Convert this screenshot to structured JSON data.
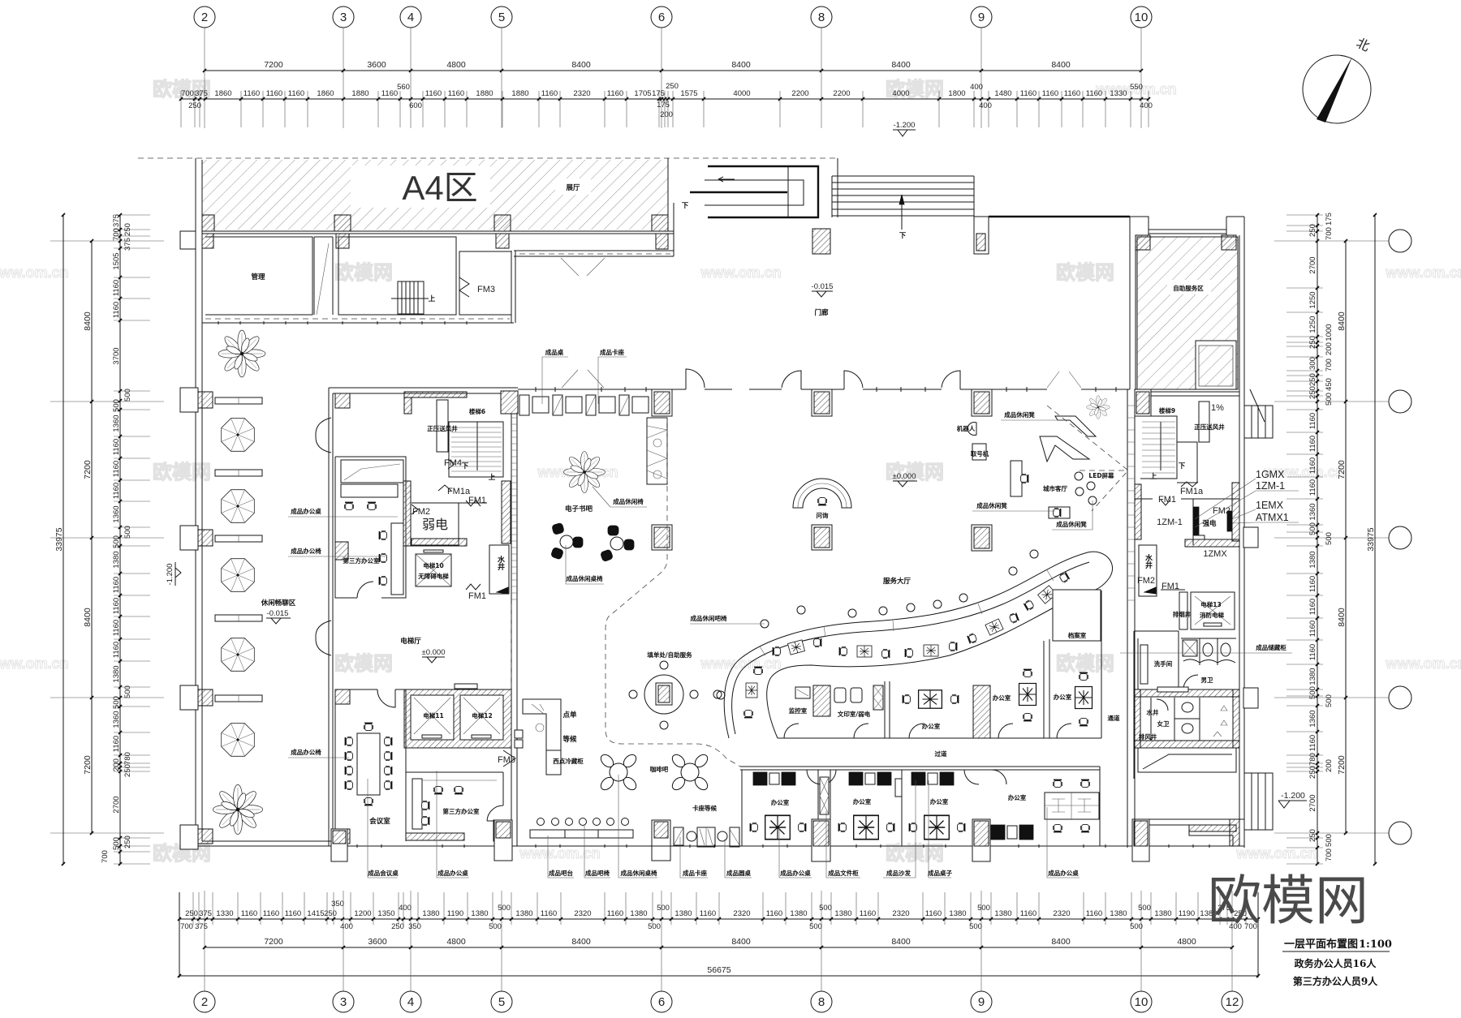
{
  "drawing": {
    "title": "一层平面布置图",
    "scale": "1:100",
    "staff_note_1": "政务办公人员16人",
    "staff_note_2": "第三方办公人员9人",
    "north": "北",
    "brand_logo": "欧模网",
    "watermark_logo": "欧模网",
    "watermark_url": "www.om.cn"
  },
  "colors": {
    "line": "#151515",
    "hatch": "#333333",
    "watermark": "#e2e2e2",
    "brand_logo": "#4a4a4a",
    "background": "#ffffff"
  },
  "axes": {
    "top": [
      "2",
      "3",
      "4",
      "5",
      "6",
      "8",
      "9",
      "10"
    ],
    "bottom": [
      "2",
      "3",
      "4",
      "5",
      "6",
      "8",
      "9",
      "10",
      "12"
    ]
  },
  "dimensions": {
    "top_main": [
      "7200",
      "3600",
      "4800",
      "8400",
      "8400",
      "8400",
      "8400"
    ],
    "top_detail": [
      "700",
      "375",
      "250",
      "1860",
      "1160",
      "1160",
      "1160",
      "1860",
      "1880",
      "1160",
      "560",
      "600",
      "1160",
      "1160",
      "1880",
      "1880",
      "1160",
      "2320",
      "1160",
      "1705",
      "175",
      "250",
      "175",
      "200",
      "1575",
      "4000",
      "2200",
      "2200",
      "4000",
      "1800",
      "400",
      "400",
      "1480",
      "1160",
      "1160",
      "1160",
      "1160",
      "1330",
      "550",
      "400"
    ],
    "bottom_detail": [
      "250",
      "375",
      "700",
      "375",
      "1330",
      "1160",
      "1160",
      "1160",
      "1415",
      "250",
      "350",
      "400",
      "1200",
      "1350",
      "400",
      "250",
      "350",
      "1380",
      "1190",
      "1380",
      "500",
      "500",
      "1380",
      "1160",
      "2320",
      "1160",
      "1380",
      "500",
      "500",
      "1380",
      "1160",
      "2320",
      "1160",
      "1380",
      "500",
      "500",
      "1380",
      "1160",
      "2320",
      "1160",
      "1380",
      "500",
      "500",
      "1380",
      "1160",
      "2320",
      "1160",
      "1380",
      "500",
      "500",
      "1380",
      "1190",
      "1380",
      "375",
      "250",
      "400",
      "700"
    ],
    "bottom_main": [
      "7200",
      "3600",
      "4800",
      "8400",
      "8400",
      "8400",
      "8400",
      "4800"
    ],
    "bottom_total": "56675",
    "left_main": [
      "8400",
      "7200",
      "8400",
      "7200"
    ],
    "left_total": "33975",
    "left_detail": [
      "375",
      "700",
      "250",
      "375",
      "1505",
      "1160",
      "1160",
      "3700",
      "500",
      "500",
      "1360",
      "1160",
      "1160",
      "1160",
      "1360",
      "500",
      "500",
      "1380",
      "1160",
      "1160",
      "1160",
      "1160",
      "1380",
      "500",
      "500",
      "1360",
      "1160",
      "780",
      "200",
      "250",
      "2700",
      "250",
      "500",
      "700"
    ],
    "right_main": [
      "8400",
      "7200",
      "8400",
      "7200"
    ],
    "right_total": "33975",
    "right_detail": [
      "250",
      "175",
      "700",
      "2700",
      "1250",
      "1250",
      "250",
      "1000",
      "200",
      "300",
      "700",
      "250",
      "250",
      "450",
      "500",
      "1160",
      "1160",
      "1160",
      "1160",
      "1360",
      "500",
      "500",
      "1380",
      "1160",
      "1160",
      "1160",
      "1160",
      "1380",
      "500",
      "500",
      "1360",
      "1160",
      "780",
      "200",
      "250",
      "2700",
      "250",
      "500",
      "700"
    ]
  },
  "levels": {
    "exterior_top": "-1.200",
    "porch": "-0.015",
    "terrace": "-0.015",
    "elevator_hall": "±0.000",
    "service_hall": "±0.000",
    "exterior_left": "-1.200",
    "exterior_right": "-1.200"
  },
  "top_block": {
    "zone": "A4区",
    "exhibition": "展厅",
    "management": "管理",
    "fm3": "FM3",
    "stair_up": "上",
    "escalator_down": "下",
    "steps_down": "下",
    "porch": "门廊",
    "self_service": "自助服务区"
  },
  "terrace": {
    "lounge": "休闲畅聊区"
  },
  "left_core": {
    "stair": "楼梯6",
    "pressure_shaft": "正压送风井",
    "fm4": "FM4",
    "down": "下",
    "up": "上",
    "fm1a": "FM1a",
    "fm1_upper": "FM1",
    "fm2": "FM2",
    "weak_current": "弱电",
    "elevator10": "电梯10",
    "elevator10_type": "无障碍电梯",
    "water_well": "水井",
    "fm1_lower": "FM1",
    "third_party_office_upper": "第三方办公室",
    "elevator_hall": "电梯厅",
    "elevator11": "电梯11",
    "elevator12": "电梯12",
    "fm5": "FM5",
    "meeting_room": "会议室",
    "third_party_office_lower": "第三方办公室"
  },
  "cafe": {
    "ebook_bar": "电子书吧",
    "order": "点单",
    "waiting": "等候",
    "pastry_fridge": "西点冷藏柜",
    "coffee_bar": "咖啡吧",
    "booth_waiting": "卡座等候"
  },
  "hall": {
    "info_desk": "问询",
    "service_hall": "服务大厅",
    "robot": "机器人",
    "ticket_machine": "取号机",
    "led_screen": "LED屏幕",
    "city_lounge": "城市客厅",
    "form_area": "填单处/自助服务"
  },
  "service": {
    "monitor_room": "监控室",
    "print_room": "文印室/弱电",
    "office_1": "办公室",
    "office_2": "办公室",
    "office_3": "办公室",
    "archive": "档案室",
    "passage": "通道",
    "corridor": "过道"
  },
  "lower_offices": [
    "办公室",
    "办公室",
    "办公室",
    "办公室"
  ],
  "right_core": {
    "stair": "楼梯9",
    "pressure_shaft": "正压送风井",
    "slope": "1%",
    "up": "上",
    "down": "下",
    "fm1a": "FM1a",
    "fm1_upper": "FM1",
    "zm_door": "1ZM-1",
    "strong_current": "强电",
    "fm2_upper": "FM2",
    "zmx": "1ZMX",
    "water_well": "水井",
    "fm2_lower": "FM2",
    "fm1_lower": "FM1",
    "elevator13": "电梯13",
    "elevator13_type": "消防电梯",
    "smoke_shaft": "排烟井",
    "panel_tags": [
      "1GMX",
      "1ZM-1",
      "1EMX",
      "ATMX1"
    ]
  },
  "restrooms": {
    "washroom": "洗手间",
    "mens": "男卫",
    "womens": "女卫",
    "exhaust_shaft": "排风井",
    "water_well": "水井"
  },
  "callouts": {
    "interior": [
      "成品办公桌",
      "成品办公椅",
      "成品办公椅",
      "成品桌",
      "成品卡座",
      "成品休闲椅",
      "成品休闲桌椅",
      "成品休闲吧椅",
      "成品休闲凳",
      "成品休闲凳",
      "成品休闲凳",
      "成品储藏柜"
    ],
    "bottom": [
      "成品会议桌",
      "成品办公桌",
      "成品吧台",
      "成品吧椅",
      "成品休闲桌椅",
      "成品卡座",
      "成品圆桌",
      "成品办公桌",
      "成品文件柜",
      "成品沙发",
      "成品桌子",
      "成品办公桌"
    ]
  }
}
